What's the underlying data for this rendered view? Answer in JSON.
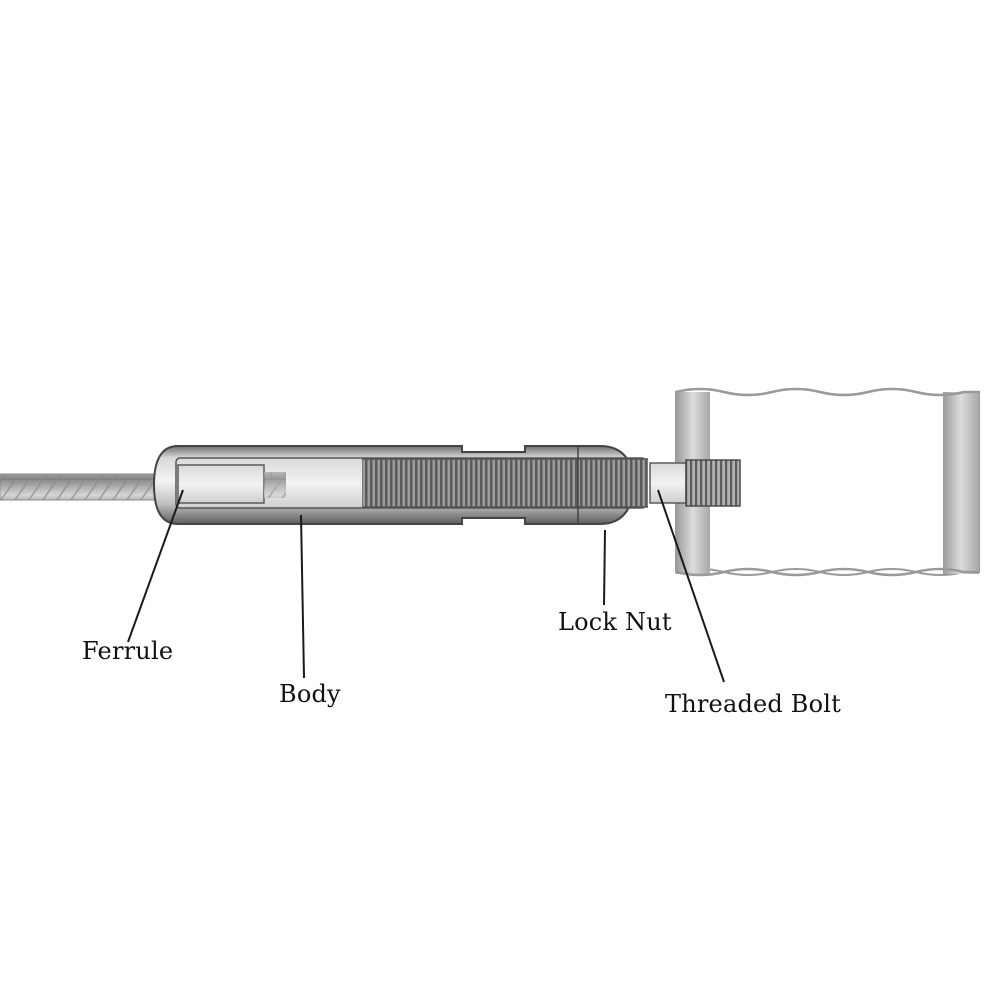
{
  "labels": {
    "ferrule": "Ferrule",
    "body": "Body",
    "lock_nut": "Lock Nut",
    "threaded_bolt": "Threaded Bolt"
  },
  "colors": {
    "steel_light": "#e6e6e6",
    "steel_mid": "#b8b8b8",
    "steel_dark": "#7a7a7a",
    "outline": "#4a4a4a",
    "cable": "#a9a9a9",
    "leader": "#1a1a1a"
  }
}
